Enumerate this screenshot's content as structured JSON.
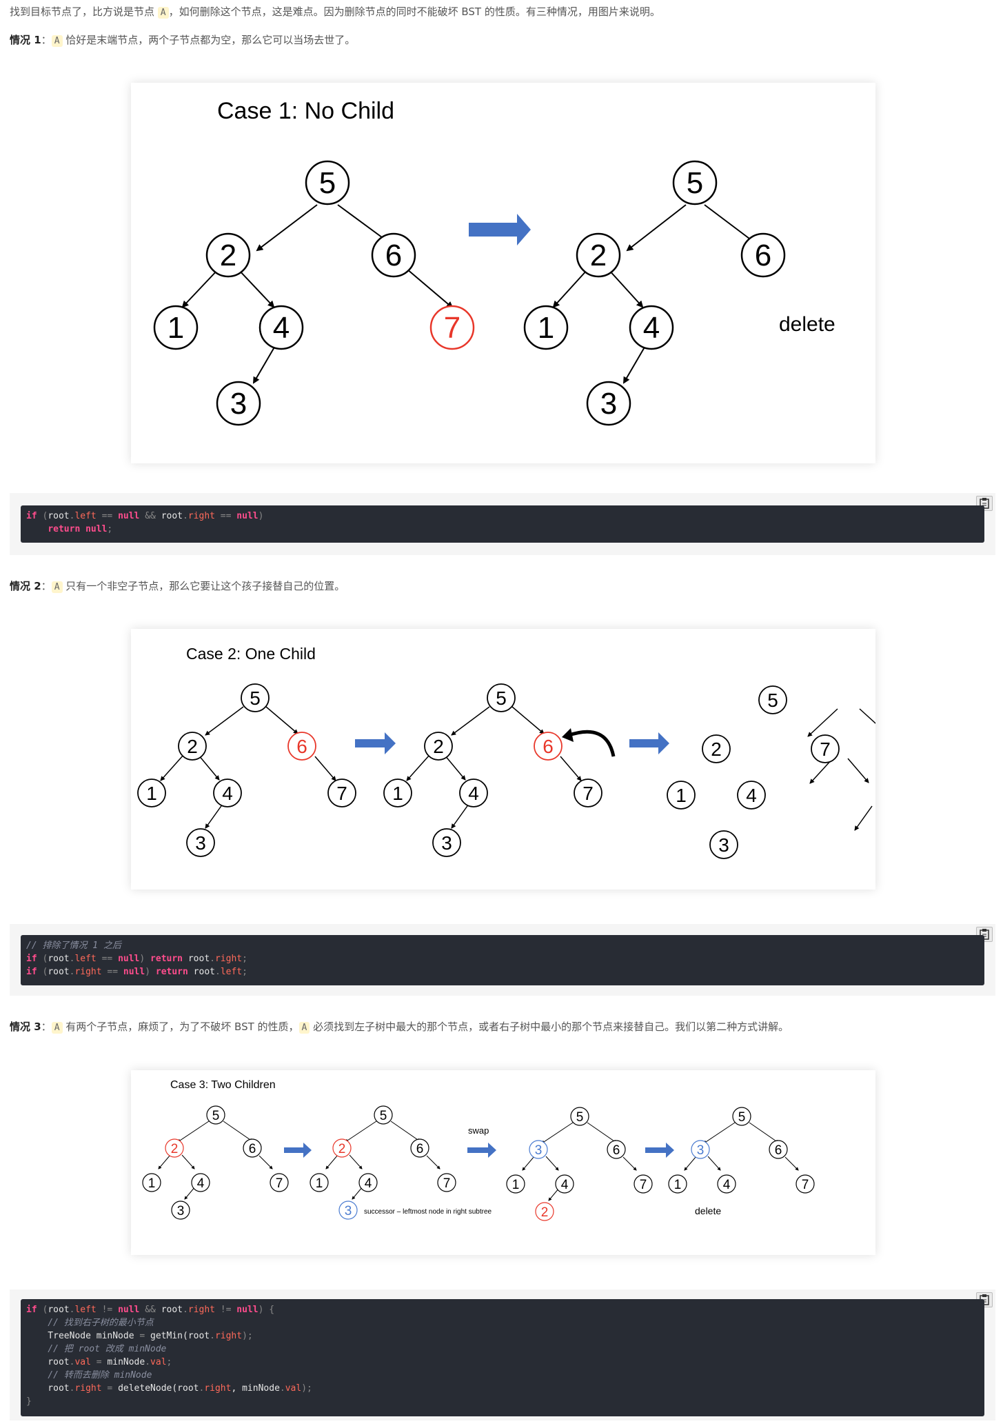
{
  "intro": {
    "text1": "找到目标节点了，比方说是节点 ",
    "code_a": "A",
    "text2": "，如何删除这个节点，这是难点。因为删除节点的同时不能破坏 BST 的性质。有三种情况，用图片来说明。"
  },
  "case1": {
    "label": "情况 1",
    "sep": "：",
    "code_a": "A",
    "text": " 恰好是末端节点，两个子节点都为空，那么它可以当场去世了。",
    "figure": {
      "title": "Case 1: No Child",
      "delete_label": "delete",
      "accent_red": "#e8372a",
      "arrow_blue": "#4472c4"
    },
    "code": {
      "line1": {
        "kw_if": "if",
        "p1": " (",
        "root1": "root",
        "d1": ".",
        "left": "left",
        "eq1": " == ",
        "null1": "null",
        "and": " && ",
        "root2": "root",
        "d2": ".",
        "right": "right",
        "eq2": " == ",
        "null2": "null",
        "p2": ")"
      },
      "line2": {
        "ret": "return",
        "sp": " ",
        "null": "null",
        "semi": ";"
      }
    }
  },
  "case2": {
    "label": "情况 2",
    "sep": "：",
    "code_a": "A",
    "text": " 只有一个非空子节点，那么它要让这个孩子接替自己的位置。",
    "figure": {
      "title": "Case 2: One Child"
    },
    "code": {
      "comment": "// 排除了情况 1 之后",
      "line2": {
        "kw_if": "if",
        "p1": " (",
        "root": "root",
        "d": ".",
        "prop": "left",
        "eq": " == ",
        "null": "null",
        "p2": ") ",
        "ret": "return",
        "sp": " ",
        "root2": "root",
        "d2": ".",
        "prop2": "right",
        "semi": ";"
      },
      "line3": {
        "kw_if": "if",
        "p1": " (",
        "root": "root",
        "d": ".",
        "prop": "right",
        "eq": " == ",
        "null": "null",
        "p2": ") ",
        "ret": "return",
        "sp": " ",
        "root2": "root",
        "d2": ".",
        "prop2": "left",
        "semi": ";"
      }
    }
  },
  "case3": {
    "label": "情况 3",
    "sep": "：",
    "code_a1": "A",
    "text1": " 有两个子节点，麻烦了，为了不破坏 BST 的性质，",
    "code_a2": "A",
    "text2": " 必须找到左子树中最大的那个节点，或者右子树中最小的那个节点来接替自己。我们以第二种方式讲解。",
    "figure": {
      "title": "Case 3: Two Children",
      "swap_label": "swap",
      "successor_label": "successor – leftmost node in right subtree",
      "delete_label": "delete",
      "accent_blue": "#4a7bd0"
    },
    "code": {
      "l1": {
        "kw": "if",
        "a": " (",
        "b": "root",
        "c": ".",
        "d": "left",
        "e": " != ",
        "f": "null",
        "g": " && ",
        "h": "root",
        "i": ".",
        "j": "right",
        "k": " != ",
        "l": "null",
        "m": ") {"
      },
      "l2": "    // 找到右子树的最小节点",
      "l3": {
        "a": "    TreeNode minNode ",
        "b": "=",
        "c": " getMin(root",
        "d": ".",
        "e": "right",
        "f": ");"
      },
      "l4": "    // 把 root 改成 minNode",
      "l5": {
        "a": "    root",
        "b": ".",
        "c": "val",
        "d": " = ",
        "e": "minNode",
        "f": ".",
        "g": "val",
        "h": ";"
      },
      "l6": "    // 转而去删除 minNode",
      "l7": {
        "a": "    root",
        "b": ".",
        "c": "right",
        "d": " = ",
        "e": "deleteNode(root",
        "f": ".",
        "g": "right",
        "h": ", minNode",
        "i": ".",
        "j": "val",
        "k": ");"
      },
      "l8": "}"
    }
  },
  "icons": {
    "copy": "clipboard-icon"
  }
}
